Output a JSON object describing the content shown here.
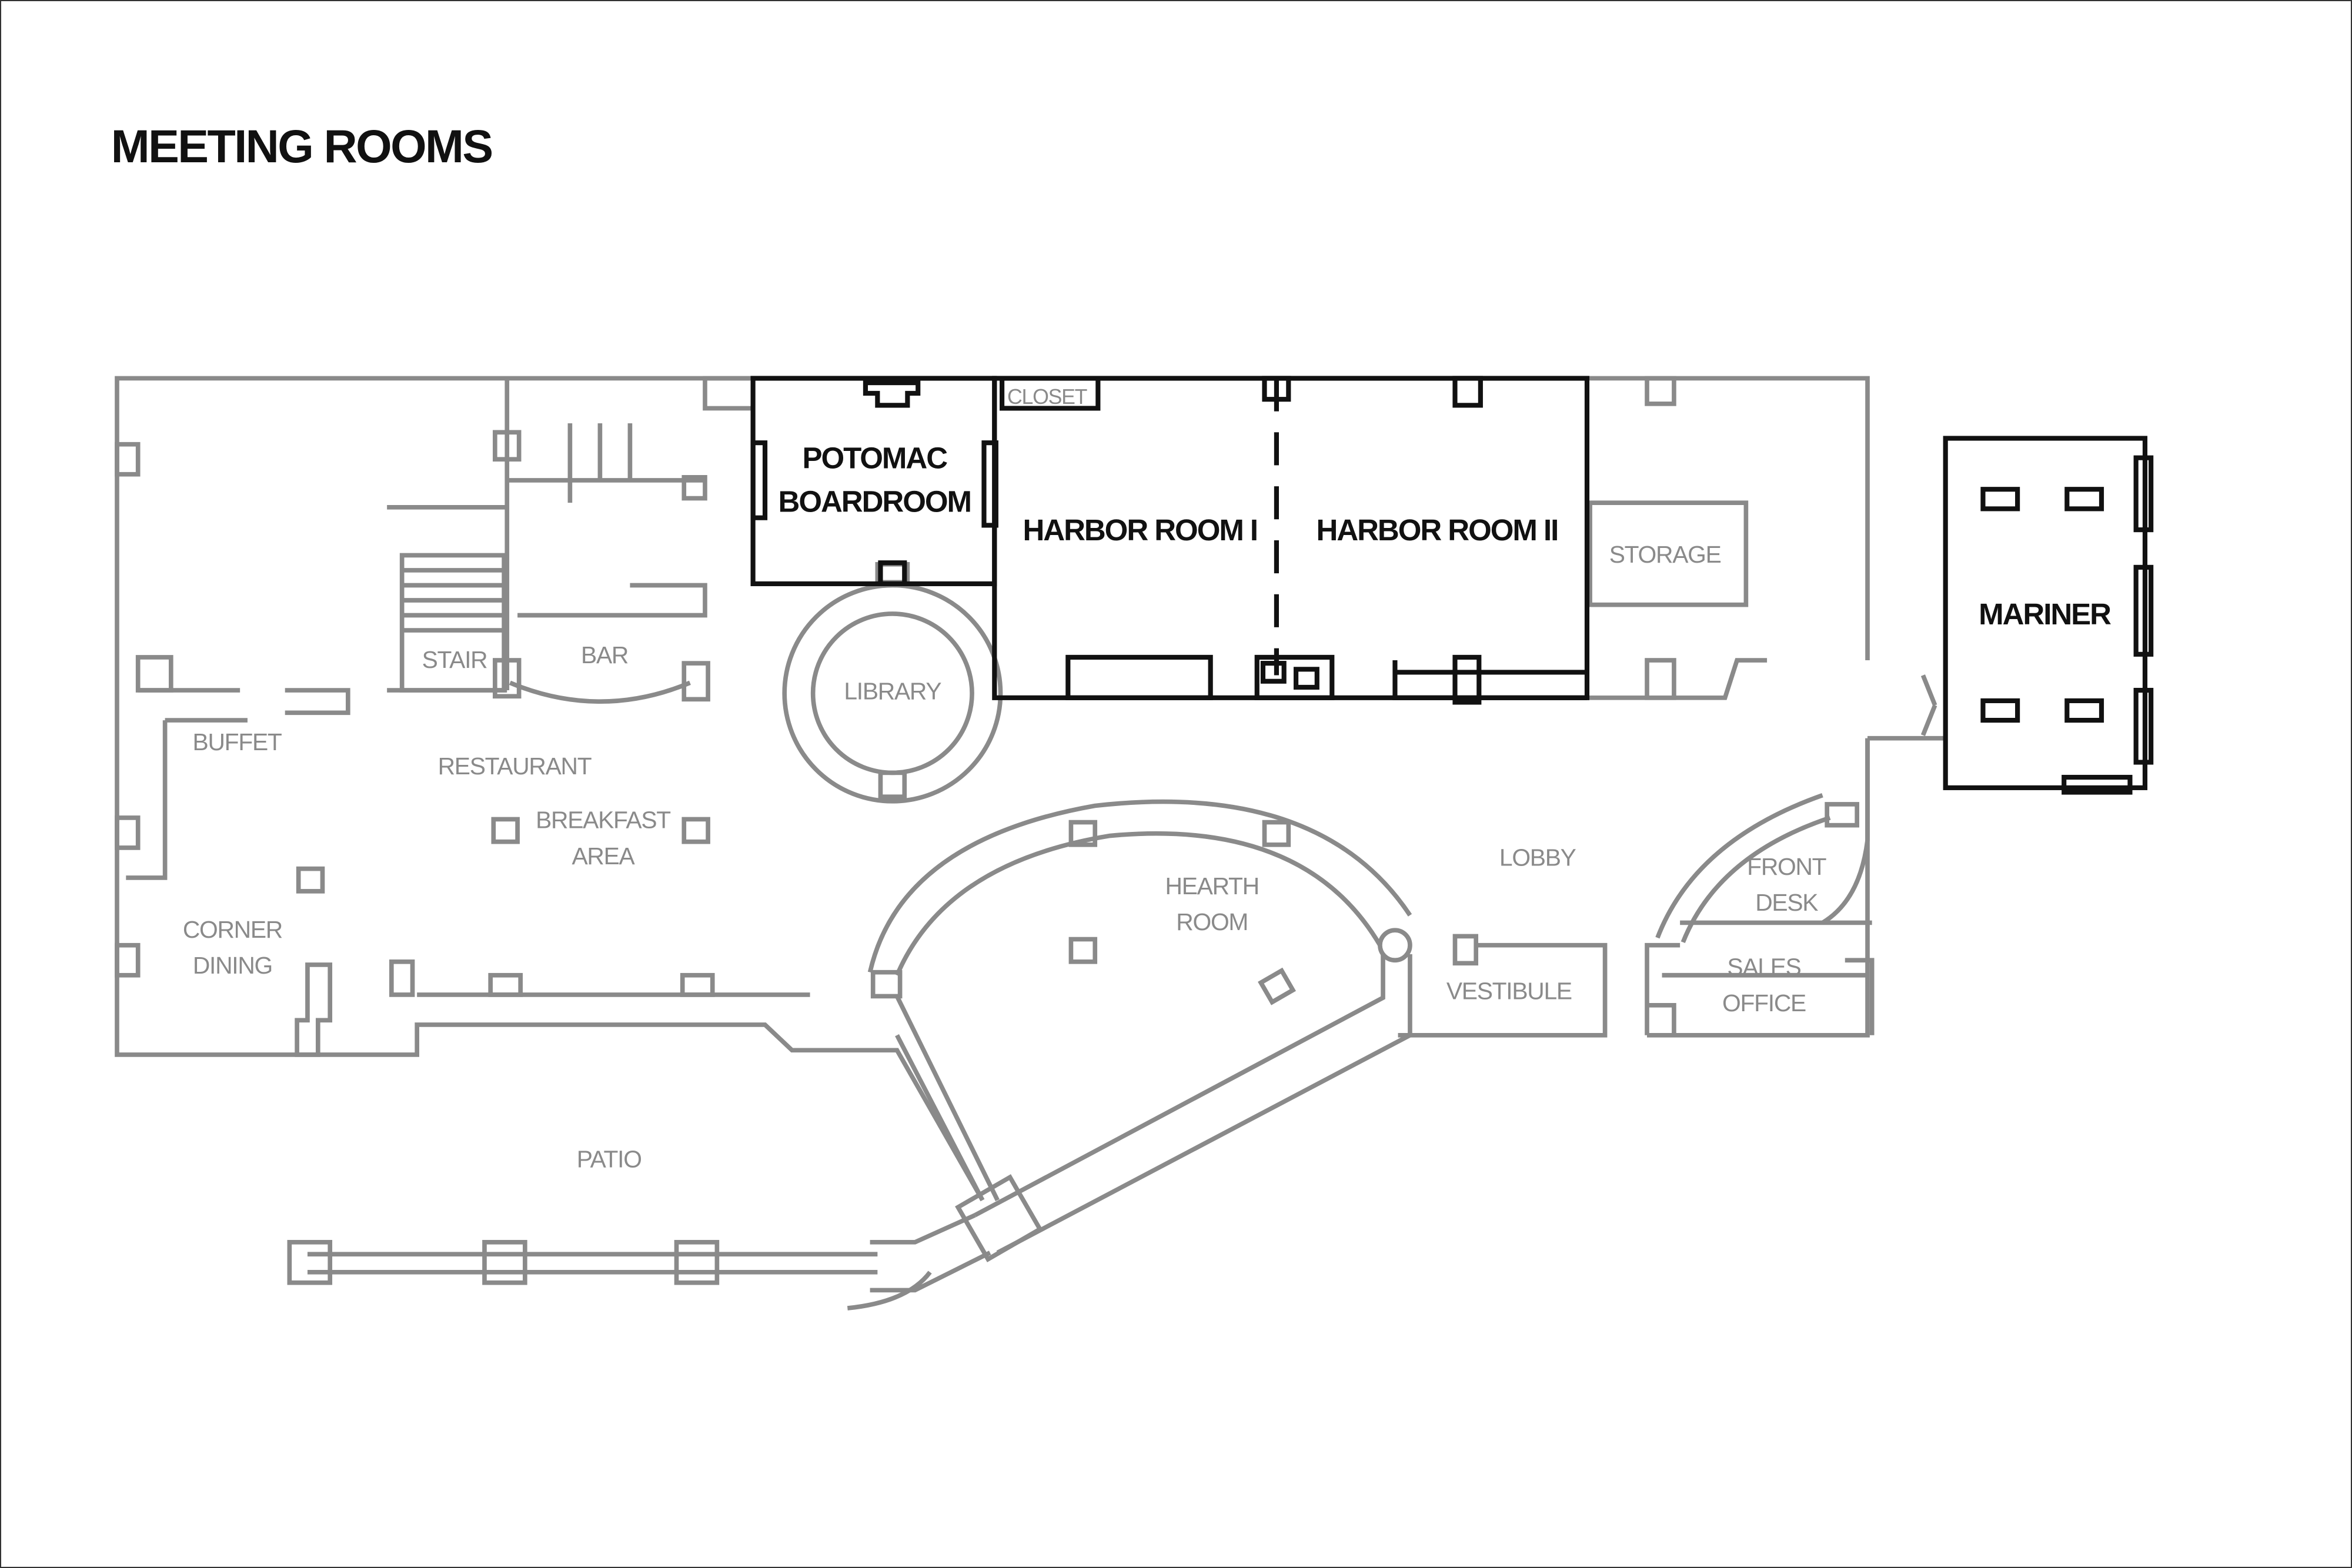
{
  "title": "MEETING ROOMS",
  "meeting_rooms": [
    {
      "id": "potomac",
      "lines": [
        "POTOMAC",
        "BOARDROOM"
      ]
    },
    {
      "id": "harbor1",
      "lines": [
        "HARBOR ROOM I"
      ]
    },
    {
      "id": "harbor2",
      "lines": [
        "HARBOR ROOM II"
      ]
    },
    {
      "id": "mariner",
      "lines": [
        "MARINER"
      ]
    }
  ],
  "areas": {
    "closet": "CLOSET",
    "storage": "STORAGE",
    "stair": "STAIR",
    "bar": "BAR",
    "library": "LIBRARY",
    "buffet": "BUFFET",
    "restaurant": "RESTAURANT",
    "breakfast": [
      "BREAKFAST",
      "AREA"
    ],
    "corner_dining": [
      "CORNER",
      "DINING"
    ],
    "hearth": [
      "HEARTH",
      "ROOM"
    ],
    "lobby": "LOBBY",
    "front_desk": [
      "FRONT",
      "DESK"
    ],
    "sales_office": [
      "SALES",
      "OFFICE"
    ],
    "vestibule": "VESTIBULE",
    "patio": "PATIO"
  },
  "colors": {
    "meeting_room": "#111111",
    "other_area": "#8a8a8a"
  }
}
